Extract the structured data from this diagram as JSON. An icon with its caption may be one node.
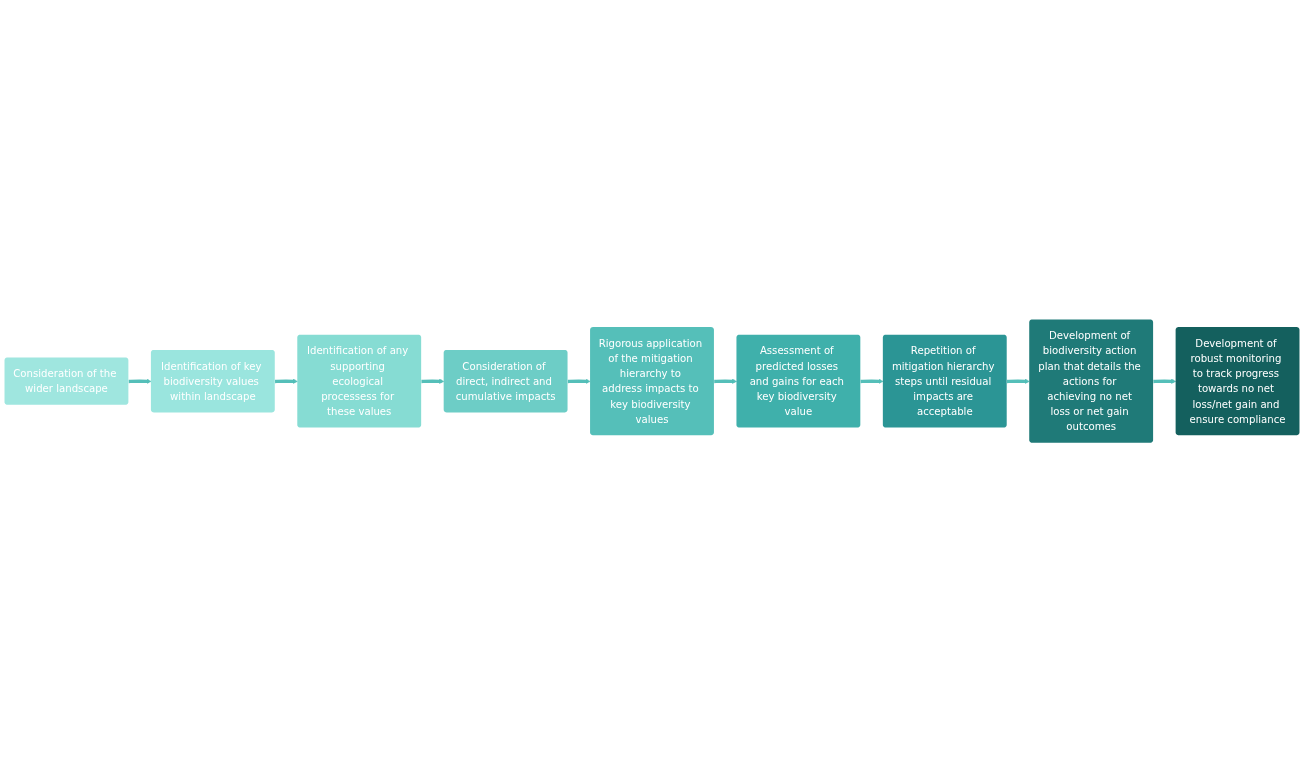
{
  "diagram": {
    "nodes": [
      {
        "text": [
          "Consideration of the wider landscape"
        ]
      },
      {
        "text": [
          "Identification of key biodiversity values within landscape"
        ]
      },
      {
        "text": [
          "Identification of any supporting ecological processess for these values"
        ]
      },
      {
        "text": [
          "Consideration of direct, indirect and cumulative impacts"
        ]
      },
      {
        "text": [
          "Rigorous application of the mitigation hierarchy to address impacts to key biodiversity values"
        ]
      },
      {
        "text": [
          "Assessment of predicted losses and gains for each key biodiversity value"
        ]
      },
      {
        "text": [
          "Repetition of mitigation hierarchy steps until residual impacts are acceptable"
        ]
      },
      {
        "text": [
          "Development of biodiversity action plan that details the actions for achieving no net loss or net gain outcomes"
        ]
      },
      {
        "text": [
          "Development of robust monitoring to track progress towards no net loss/net gain and ensure compliance"
        ]
      }
    ],
    "edges": [
      {
        "from": 0,
        "to": 1,
        "arrow": "to"
      },
      {
        "from": 1,
        "to": 2,
        "arrow": "to"
      },
      {
        "from": 2,
        "to": 3,
        "arrow": "to"
      },
      {
        "from": 3,
        "to": 4,
        "arrow": "to"
      },
      {
        "from": 4,
        "to": 5,
        "arrow": "to"
      },
      {
        "from": 5,
        "to": 6,
        "arrow": "to"
      },
      {
        "from": 6,
        "to": 7,
        "arrow": "to"
      },
      {
        "from": 7,
        "to": 8,
        "arrow": "to"
      }
    ]
  }
}
